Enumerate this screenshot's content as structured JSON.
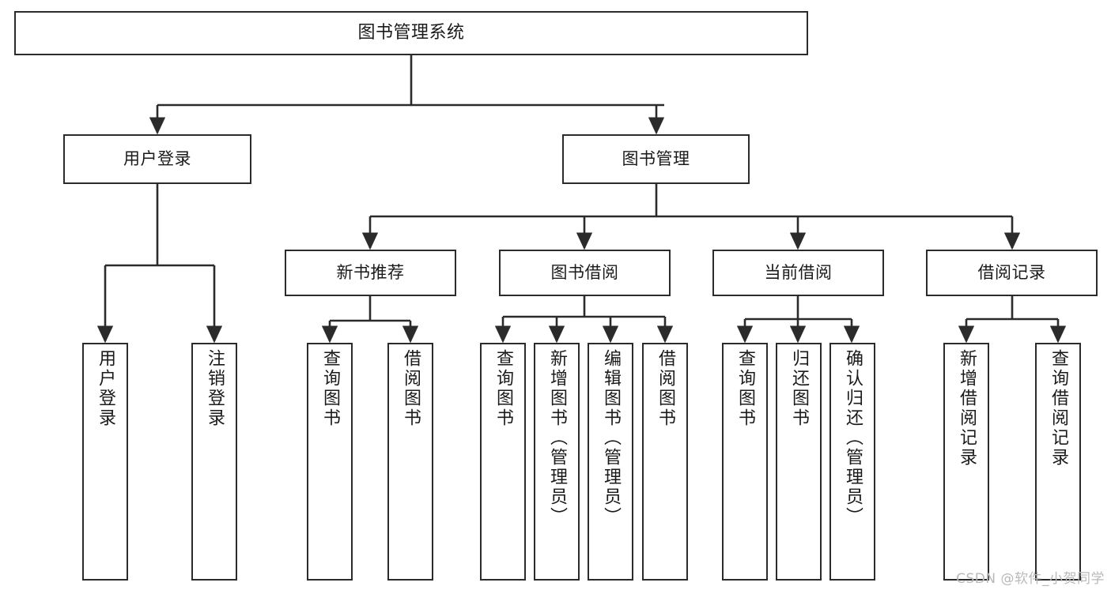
{
  "diagram": {
    "title": "图书管理系统",
    "type": "tree",
    "orientation": "top-down",
    "line_color": "#2b2b2b",
    "box_fill": "#ffffff",
    "nodes": {
      "root": {
        "label": "图书管理系统"
      },
      "level2": [
        {
          "id": "user-login",
          "label": "用户登录"
        },
        {
          "id": "book-manage",
          "label": "图书管理"
        }
      ],
      "level3": [
        {
          "id": "new-book-recommend",
          "label": "新书推荐"
        },
        {
          "id": "book-borrow",
          "label": "图书借阅"
        },
        {
          "id": "current-borrow",
          "label": "当前借阅"
        },
        {
          "id": "borrow-record",
          "label": "借阅记录"
        }
      ],
      "leaves": {
        "user-login": [
          {
            "id": "leaf-user-login",
            "label": "用户登录"
          },
          {
            "id": "leaf-logout",
            "label": "注销登录"
          }
        ],
        "new-book-recommend": [
          {
            "id": "leaf-query-book-1",
            "label": "查询图书"
          },
          {
            "id": "leaf-borrow-book-1",
            "label": "借阅图书"
          }
        ],
        "book-borrow": [
          {
            "id": "leaf-query-book-2",
            "label": "查询图书"
          },
          {
            "id": "leaf-add-book",
            "label": "新增图书（管理员）"
          },
          {
            "id": "leaf-edit-book",
            "label": "编辑图书（管理员）"
          },
          {
            "id": "leaf-borrow-book-2",
            "label": "借阅图书"
          }
        ],
        "current-borrow": [
          {
            "id": "leaf-query-book-3",
            "label": "查询图书"
          },
          {
            "id": "leaf-return-book",
            "label": "归还图书"
          },
          {
            "id": "leaf-confirm-return",
            "label": "确认归还（管理员）"
          }
        ],
        "borrow-record": [
          {
            "id": "leaf-add-record",
            "label": "新增借阅记录"
          },
          {
            "id": "leaf-query-record",
            "label": "查询借阅记录"
          }
        ]
      }
    }
  },
  "watermark": {
    "text": "CSDN @软件_小贺同学"
  }
}
